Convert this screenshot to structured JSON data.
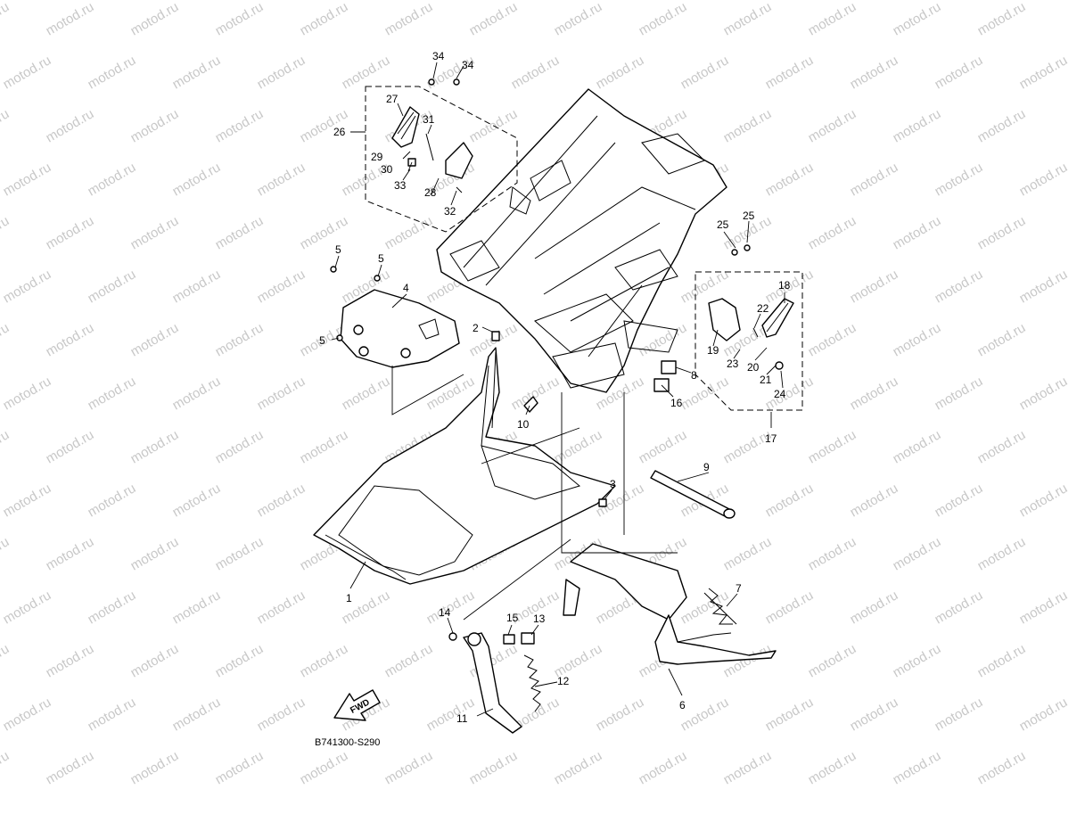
{
  "diagram_code": "B741300-S290",
  "fwd_label": "FWD",
  "watermark_text": "motod.ru",
  "callouts": [
    "1",
    "2",
    "3",
    "4",
    "5",
    "5",
    "5",
    "6",
    "7",
    "8",
    "9",
    "10",
    "11",
    "12",
    "13",
    "14",
    "15",
    "16",
    "17",
    "18",
    "19",
    "20",
    "21",
    "22",
    "23",
    "24",
    "25",
    "25",
    "26",
    "27",
    "28",
    "29",
    "30",
    "31",
    "32",
    "33",
    "34",
    "34"
  ]
}
